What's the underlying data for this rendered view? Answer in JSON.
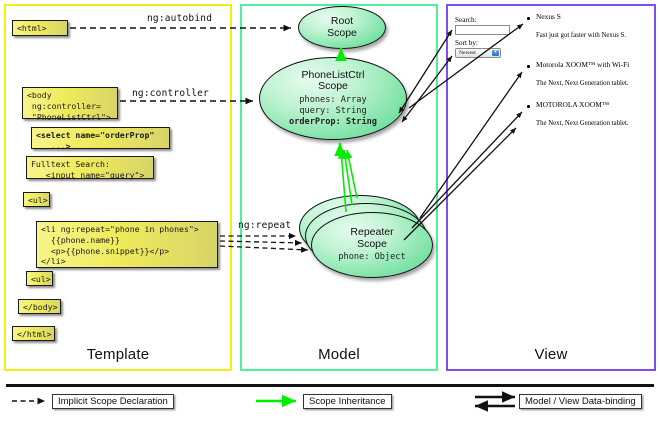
{
  "panels": [
    {
      "key": "template",
      "label": "Template",
      "border_color": "#f2ef14"
    },
    {
      "key": "model",
      "label": "Model",
      "border_color": "#4ef0a0"
    },
    {
      "key": "view",
      "label": "View",
      "border_color": "#7a4ef0"
    }
  ],
  "template": {
    "code_blocks": [
      {
        "name": "html-open",
        "text": "<html>"
      },
      {
        "name": "body-open",
        "text": "<body\n ng:controller=\n \"PhoneListCtrl\">"
      },
      {
        "name": "select-orderprop",
        "text": "<select name=\"orderProp\"\n   ...>"
      },
      {
        "name": "fulltext-search",
        "text": "Fulltext Search:\n   <input name=\"query\">"
      },
      {
        "name": "ul-open",
        "text": "<ul>"
      },
      {
        "name": "li-repeat",
        "text": "<li ng:repeat=\"phone in phones\">\n  {{phone.name}}\n  <p>{{phone.snippet}}</p>\n</li>"
      },
      {
        "name": "ul-close",
        "text": "<ul>"
      },
      {
        "name": "body-close",
        "text": "</body>"
      },
      {
        "name": "html-close",
        "text": "</html>"
      }
    ]
  },
  "connectors": [
    {
      "name": "ng-autobind",
      "label": "ng:autobind"
    },
    {
      "name": "ng-controller",
      "label": "ng:controller"
    },
    {
      "name": "ng-repeat",
      "label": "ng:repeat"
    }
  ],
  "model": {
    "scopes": [
      {
        "name": "root-scope",
        "title": "Root\nScope",
        "title_line1": "Root",
        "title_line2": "Scope",
        "props": ""
      },
      {
        "name": "phonelistctrl-scope",
        "title_line1": "PhoneListCtrl",
        "title_line2": "Scope",
        "props_plain": "phones: Array\nquery: String\n",
        "props_bold": "orderProp: String"
      },
      {
        "name": "repeater-scope",
        "title_line1": "Repeater",
        "title_line2": "Scope",
        "props_plain": "phone: Object"
      }
    ]
  },
  "view": {
    "search_label": "Search:",
    "search_value": "",
    "sort_label": "Sort by:",
    "sort_selected": "Newest",
    "phones": [
      {
        "name": "Nexus S",
        "snippet": "Fast just got faster with Nexus S."
      },
      {
        "name": "Motorola XOOM™ with Wi-Fi",
        "snippet": "The Next, Next Generation tablet."
      },
      {
        "name": "MOTOROLA XOOM™",
        "snippet": "The Next, Next Generation tablet."
      }
    ]
  },
  "legend": {
    "items": [
      {
        "name": "implicit-scope-declaration",
        "label": "Implicit Scope Declaration",
        "style": "dashed-arrow",
        "color": "#111111"
      },
      {
        "name": "scope-inheritance",
        "label": "Scope Inheritance",
        "style": "green-arrow",
        "color": "#00ee00"
      },
      {
        "name": "model-view-data-binding",
        "label": "Model / View Data-binding",
        "style": "double-arrow",
        "color": "#111111"
      }
    ]
  },
  "colors": {
    "code_box_fill": "#efeb5c",
    "scope_fill": "#7fe3a8",
    "inheritance_arrow": "#00ee00",
    "template_border": "#f2ef14",
    "model_border": "#4ef0a0",
    "view_border": "#7a4ef0"
  }
}
